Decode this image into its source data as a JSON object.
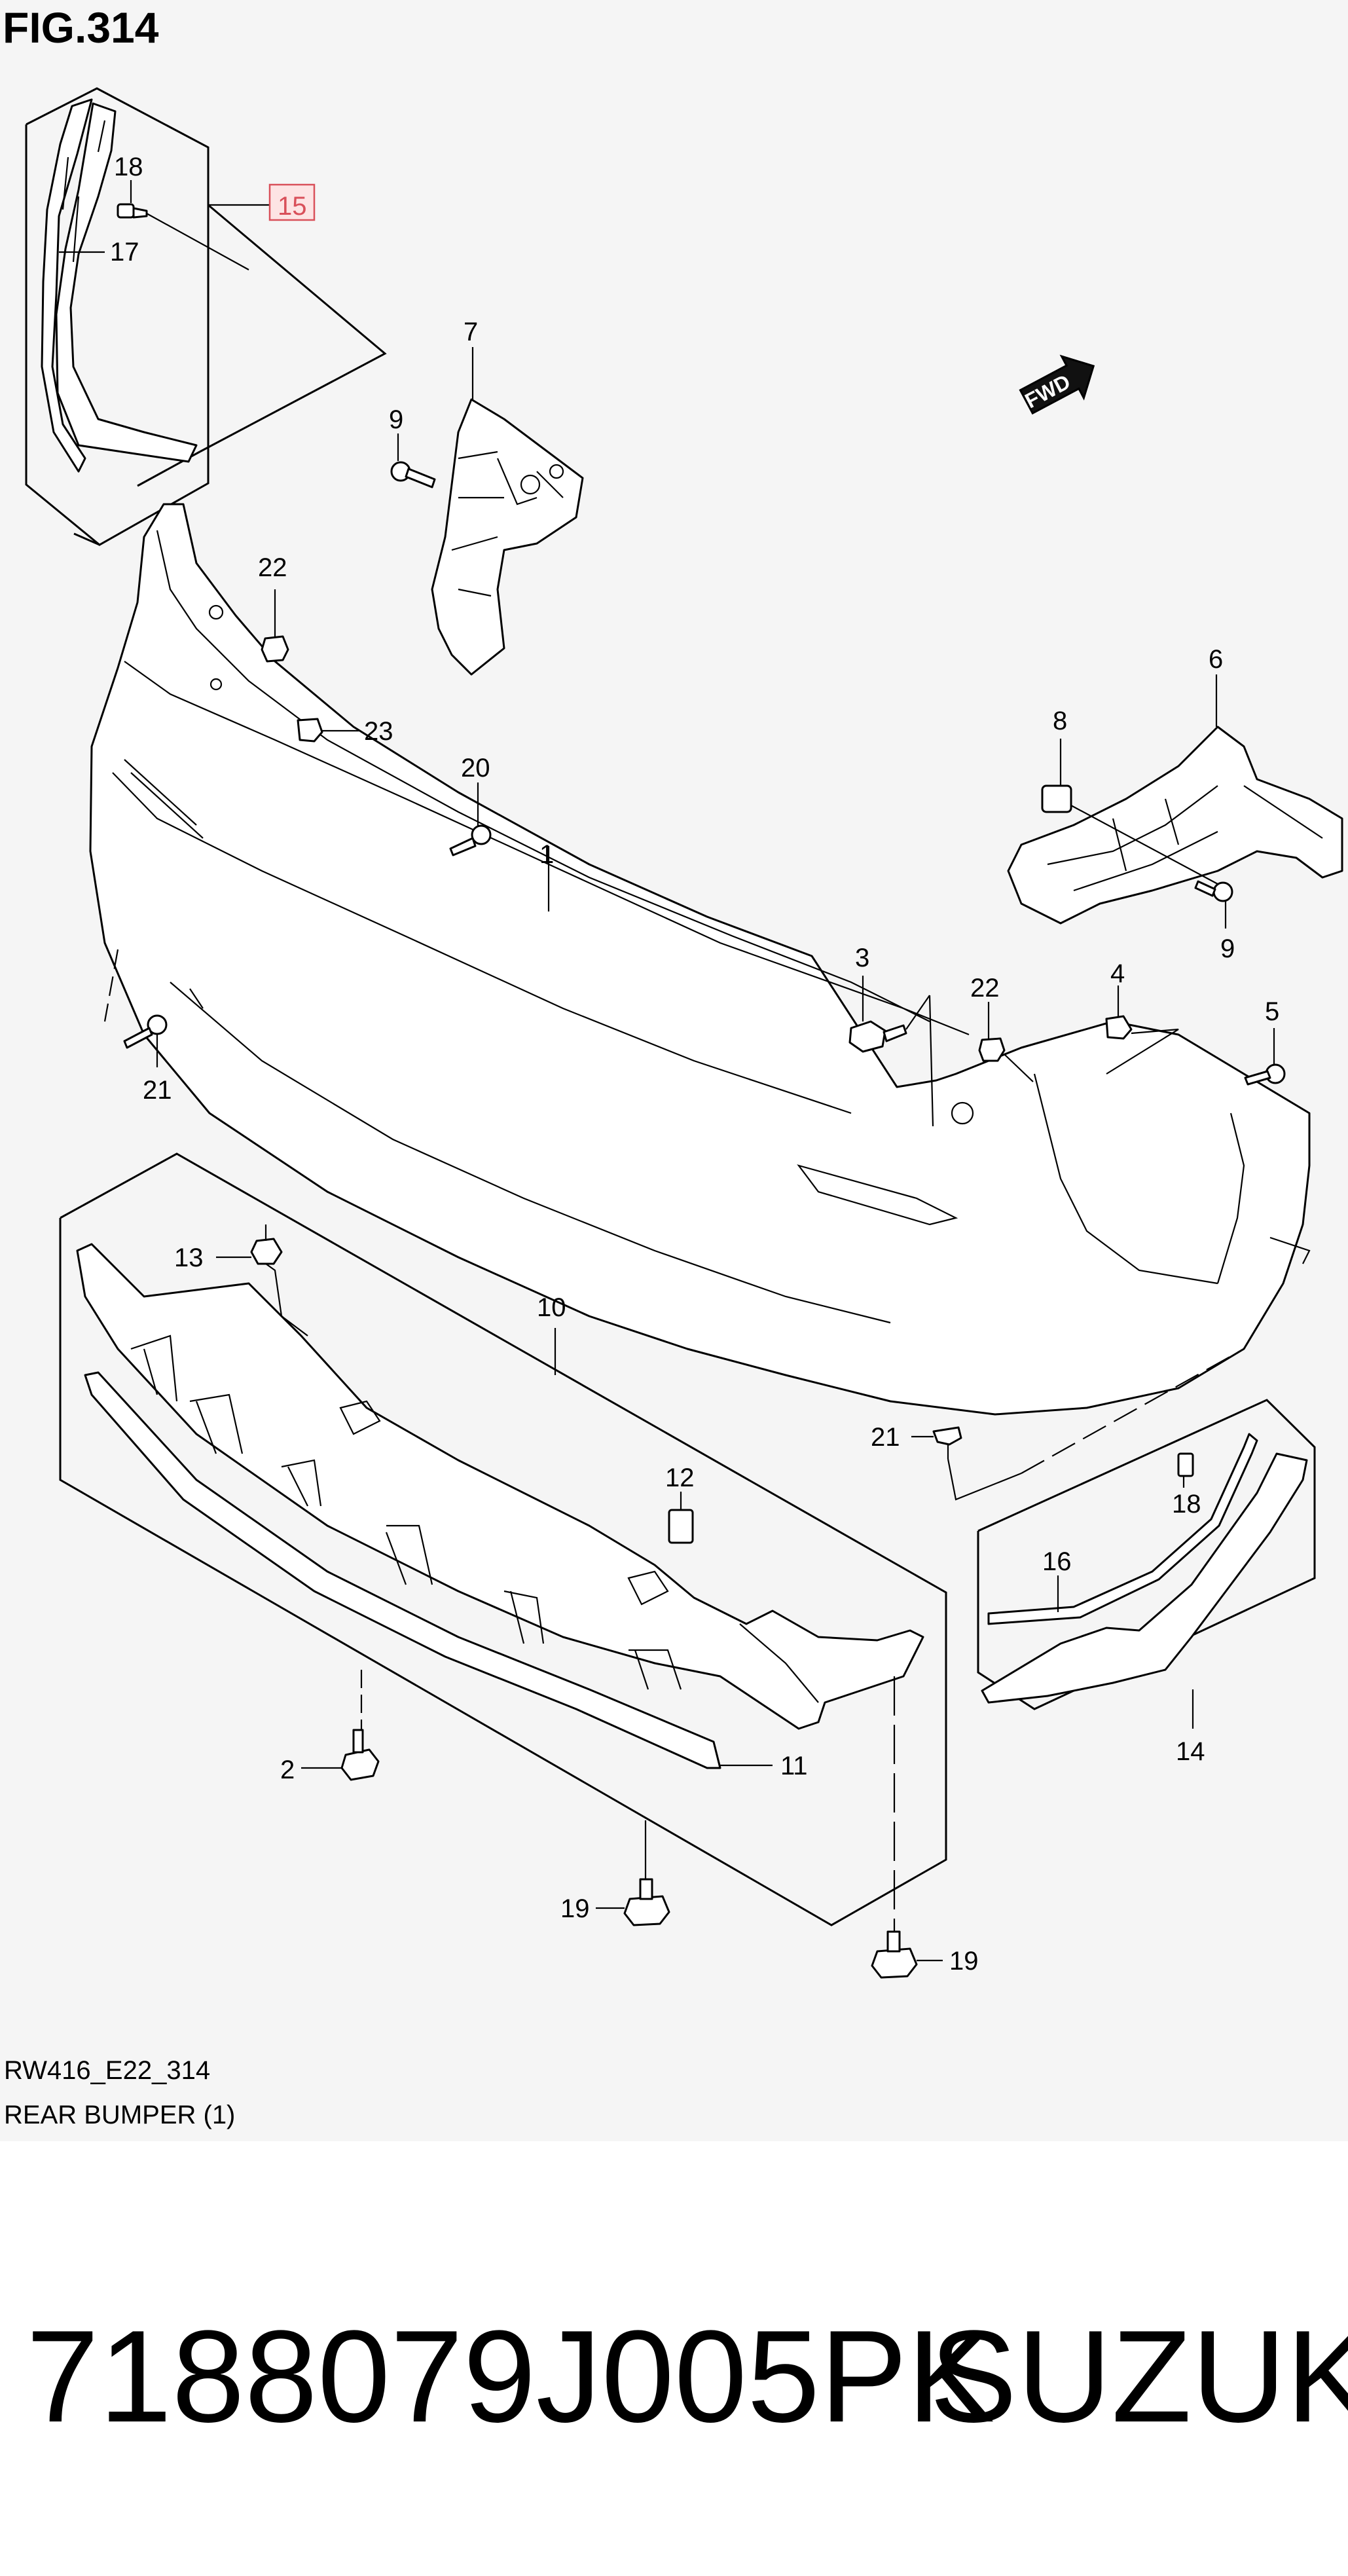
{
  "figure": {
    "title": "FIG.314",
    "code": "RW416_E22_314",
    "caption": "REAR BUMPER (1)"
  },
  "fwd_badge": "FWD",
  "callouts": [
    {
      "id": "c15",
      "label": "15"
    },
    {
      "id": "c18a",
      "label": "18"
    },
    {
      "id": "c17",
      "label": "17"
    },
    {
      "id": "c7",
      "label": "7"
    },
    {
      "id": "c9a",
      "label": "9"
    },
    {
      "id": "c22a",
      "label": "22"
    },
    {
      "id": "c23",
      "label": "23"
    },
    {
      "id": "c20",
      "label": "20"
    },
    {
      "id": "c1",
      "label": "1"
    },
    {
      "id": "c6",
      "label": "6"
    },
    {
      "id": "c8",
      "label": "8"
    },
    {
      "id": "c9b",
      "label": "9"
    },
    {
      "id": "c3",
      "label": "3"
    },
    {
      "id": "c22b",
      "label": "22"
    },
    {
      "id": "c4",
      "label": "4"
    },
    {
      "id": "c5",
      "label": "5"
    },
    {
      "id": "c21a",
      "label": "21"
    },
    {
      "id": "c13",
      "label": "13"
    },
    {
      "id": "c10",
      "label": "10"
    },
    {
      "id": "c21b",
      "label": "21"
    },
    {
      "id": "c12",
      "label": "12"
    },
    {
      "id": "c18b",
      "label": "18"
    },
    {
      "id": "c16",
      "label": "16"
    },
    {
      "id": "c14",
      "label": "14"
    },
    {
      "id": "c2",
      "label": "2"
    },
    {
      "id": "c11",
      "label": "11"
    },
    {
      "id": "c19a",
      "label": "19"
    },
    {
      "id": "c19b",
      "label": "19"
    }
  ],
  "colors": {
    "panel_background": "#f5f5f5",
    "line": "#000000",
    "highlight_box_fill": "#fde4e4",
    "highlight_box_stroke": "#d9505a",
    "highlight_text": "#d9505a"
  },
  "footer": {
    "part_number": "7188079J005PK",
    "brand": "SUZUKI"
  }
}
